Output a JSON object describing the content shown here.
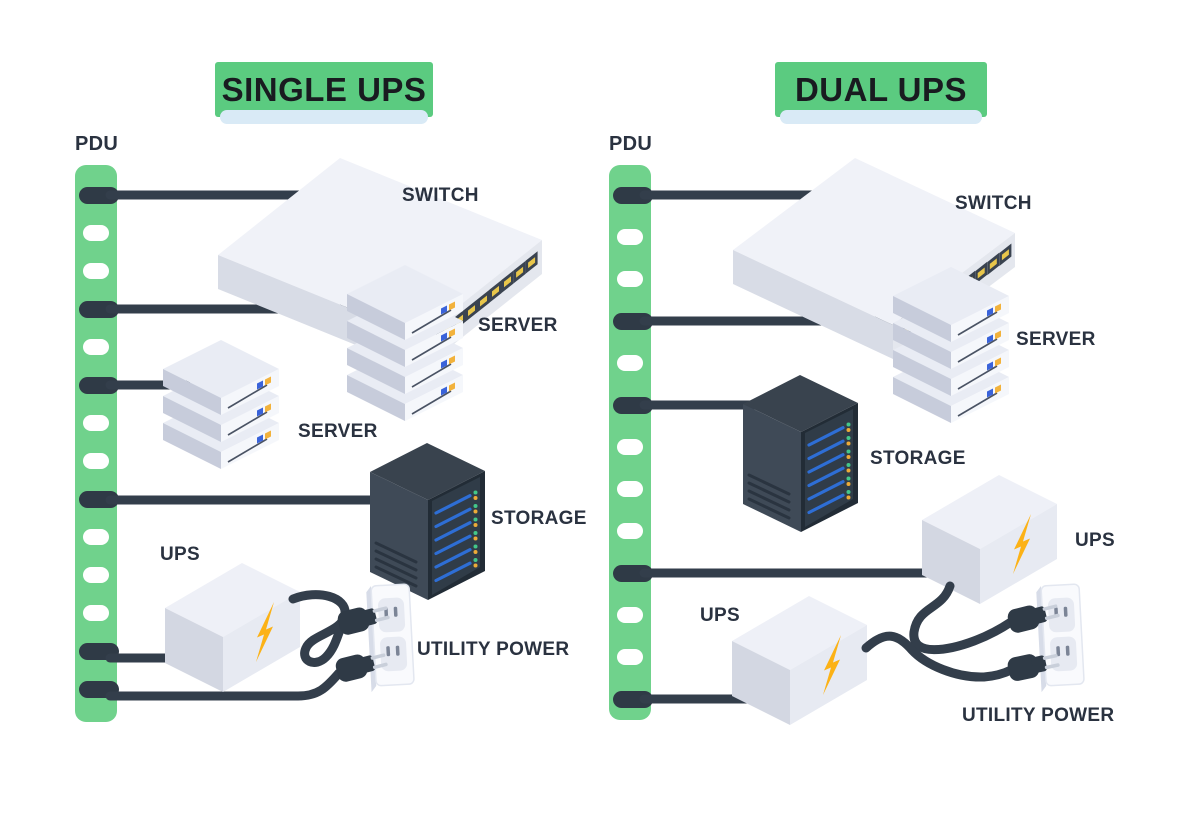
{
  "colors": {
    "badge-green": "#5bcb80",
    "badge-shadow": "#d9eaf6",
    "pdu-green": "#70d28c",
    "cable": "#333e4b",
    "plug-dark": "#2f3a46",
    "label-text": "#2a3240",
    "title-text": "#191b20",
    "bolt-yellow": "#fcb216",
    "indicator-blue": "#3a63da",
    "indicator-yellow": "#f2b23c",
    "storage-line-blue": "#2e6ed5"
  },
  "left_diagram": {
    "title": "SINGLE UPS",
    "pdu_label": "PDU",
    "labels": {
      "switch": "SWITCH",
      "server_right": "SERVER",
      "server_left": "SERVER",
      "storage": "STORAGE",
      "ups": "UPS",
      "utility_power": "UTILITY POWER"
    },
    "pdu_slots": [
      "plug",
      "empty",
      "empty",
      "plug",
      "empty",
      "plug",
      "empty",
      "empty",
      "plug",
      "empty",
      "empty",
      "empty",
      "plug",
      "plug"
    ]
  },
  "right_diagram": {
    "title": "DUAL UPS",
    "pdu_label": "PDU",
    "labels": {
      "switch": "SWITCH",
      "server": "SERVER",
      "storage": "STORAGE",
      "ups_top": "UPS",
      "ups_bottom": "UPS",
      "utility_power": "UTILITY POWER"
    },
    "pdu_slots": [
      "plug",
      "empty",
      "empty",
      "plug",
      "empty",
      "plug",
      "empty",
      "empty",
      "empty",
      "plug",
      "empty",
      "empty",
      "plug"
    ]
  }
}
